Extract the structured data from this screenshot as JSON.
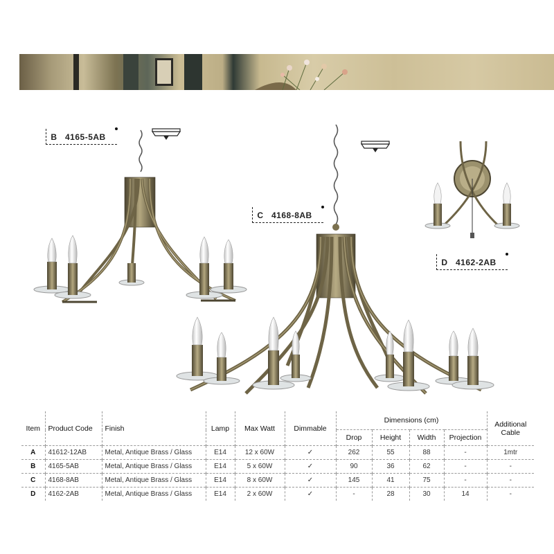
{
  "products": [
    {
      "item": "B",
      "code": "4165-5AB"
    },
    {
      "item": "C",
      "code": "4168-8AB"
    },
    {
      "item": "D",
      "code": "4162-2AB"
    }
  ],
  "table": {
    "headers": {
      "item": "Item",
      "product_code": "Product Code",
      "finish": "Finish",
      "lamp": "Lamp",
      "max_watt": "Max Watt",
      "dimmable": "Dimmable",
      "dimensions": "Dimensions (cm)",
      "drop": "Drop",
      "height": "Height",
      "width": "Width",
      "projection": "Projection",
      "additional_cable": "Additional Cable"
    },
    "rows": [
      {
        "item": "A",
        "code": "41612-12AB",
        "finish": "Metal, Antique Brass / Glass",
        "lamp": "E14",
        "watt": "12 x 60W",
        "dim": "✓",
        "drop": "262",
        "height": "55",
        "width": "88",
        "projection": "-",
        "cable": "1mtr"
      },
      {
        "item": "B",
        "code": "4165-5AB",
        "finish": "Metal, Antique Brass / Glass",
        "lamp": "E14",
        "watt": "5 x 60W",
        "dim": "✓",
        "drop": "90",
        "height": "36",
        "width": "62",
        "projection": "-",
        "cable": "-"
      },
      {
        "item": "C",
        "code": "4168-8AB",
        "finish": "Metal, Antique Brass / Glass",
        "lamp": "E14",
        "watt": "8 x 60W",
        "dim": "✓",
        "drop": "145",
        "height": "41",
        "width": "75",
        "projection": "-",
        "cable": "-"
      },
      {
        "item": "D",
        "code": "4162-2AB",
        "finish": "Metal, Antique Brass / Glass",
        "lamp": "E14",
        "watt": "2 x 60W",
        "dim": "✓",
        "drop": "-",
        "height": "28",
        "width": "30",
        "projection": "14",
        "cable": "-"
      }
    ]
  },
  "colors": {
    "brass": "#8a7f5c",
    "brass_dark": "#4d4632",
    "glass": "#dfe3e4",
    "text": "#222222"
  }
}
